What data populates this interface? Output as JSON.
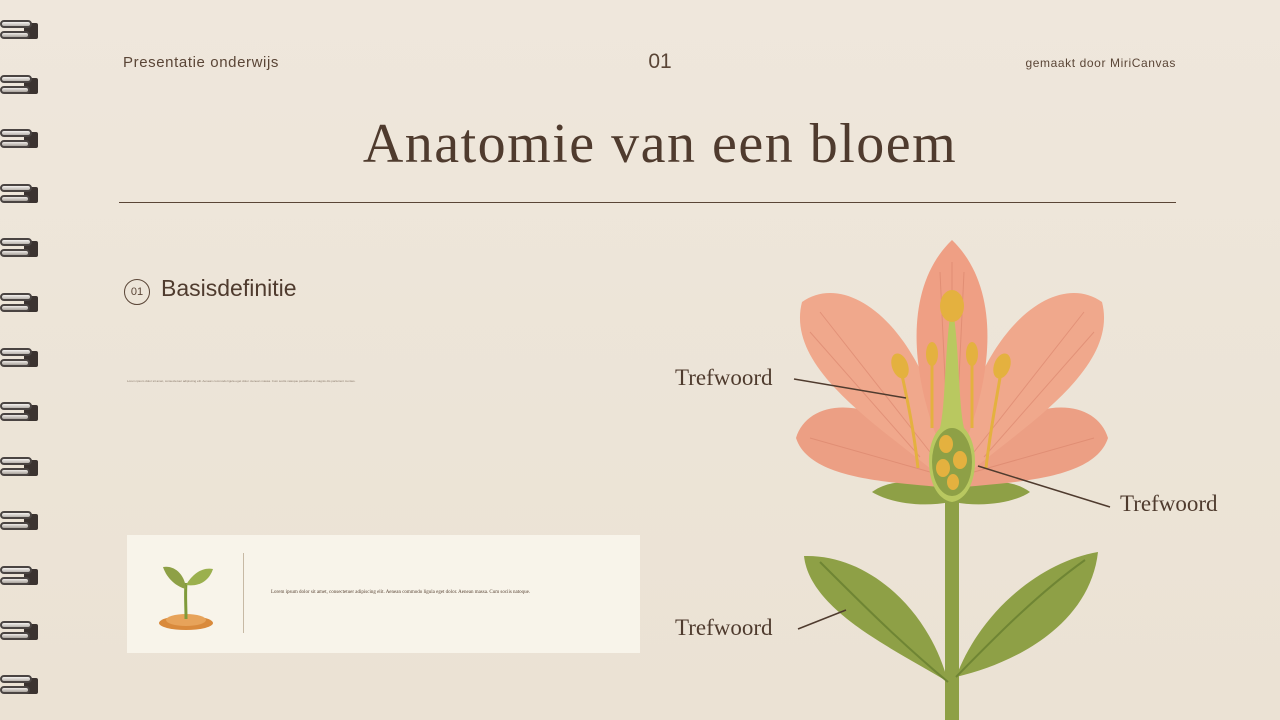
{
  "header": {
    "left": "Presentatie onderwijs",
    "page_number": "01",
    "right": "gemaakt door MiriCanvas"
  },
  "title": "Anatomie van een bloem",
  "section": {
    "number": "01",
    "title": "Basisdefinitie",
    "body": "Lorem ipsum dolor sit amet, consectetuer adipiscing elit. Aenean commodo ligula eget dolor. Aenean massa. Cum sociis natoque penatibus et magnis dis parturient montes."
  },
  "card": {
    "text": "Lorem ipsum dolor sit amet, consectetuer adipiscing elit. Aenean commodo ligula eget dolor. Aenean massa. Cum sociis natoque."
  },
  "labels": {
    "petal": "Trefwoord",
    "ovary": "Trefwoord",
    "leaf": "Trefwoord"
  },
  "colors": {
    "text": "#4f3b2e",
    "background": "#efe7db",
    "petal": "#ec9f84",
    "leaf": "#8ea046",
    "stamen": "#e4b13f"
  }
}
